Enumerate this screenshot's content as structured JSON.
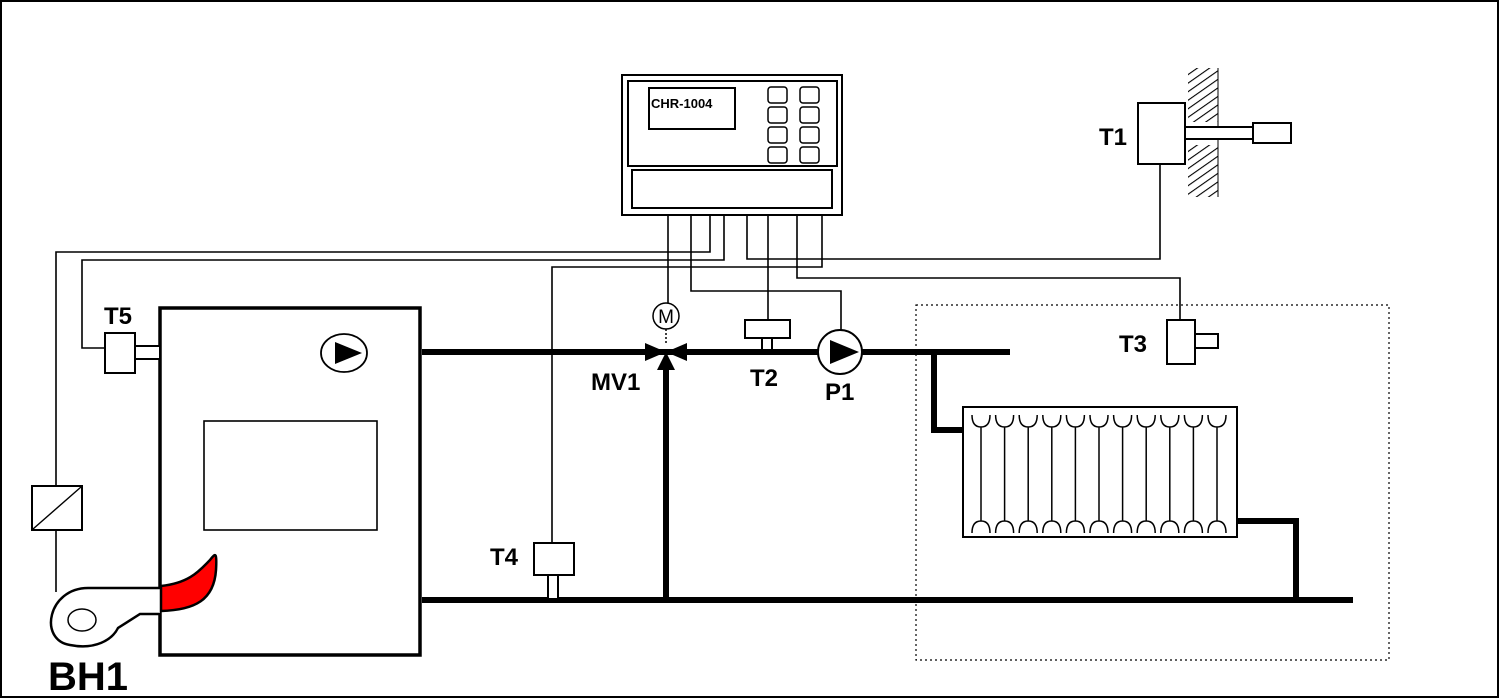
{
  "controller": {
    "model": "CHR-1004",
    "button_count": 8
  },
  "labels": {
    "t1": "T1",
    "t2": "T2",
    "t3": "T3",
    "t4": "T4",
    "t5": "T5",
    "mv1": "MV1",
    "p1": "P1",
    "bh1": "BH1",
    "motor": "M"
  },
  "colors": {
    "flame": "#ff0000",
    "line": "#000000",
    "background": "#ffffff"
  }
}
